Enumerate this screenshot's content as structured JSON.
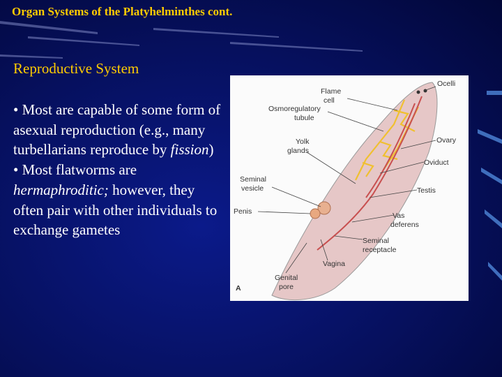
{
  "slide": {
    "title": "Organ Systems of the Platyhelminthes cont.",
    "subheading": "Reproductive System",
    "bullets": [
      {
        "text": "• Most are capable of some form of asexual reproduction (e.g., many turbellarians reproduce by ",
        "em": "fission",
        "tail": ")"
      },
      {
        "text": "• Most flatworms are ",
        "em": "hermaphroditic;",
        "tail": " however, they often pair with other individuals to exchange gametes"
      }
    ]
  },
  "figure": {
    "panel_letter": "A",
    "labels": {
      "ocelli": "Ocelli",
      "flame_cell_1": "Flame",
      "flame_cell_2": "cell",
      "osmo_1": "Osmoregulatory",
      "osmo_2": "tubule",
      "yolk_1": "Yolk",
      "yolk_2": "glands",
      "ovary": "Ovary",
      "oviduct": "Oviduct",
      "seminal_vesicle_1": "Seminal",
      "seminal_vesicle_2": "vesicle",
      "testis": "Testis",
      "penis": "Penis",
      "vas_1": "Vas",
      "vas_2": "deferens",
      "receptacle_1": "Seminal",
      "receptacle_2": "receptacle",
      "vagina": "Vagina",
      "genital_1": "Genital",
      "genital_2": "pore"
    },
    "colors": {
      "yellow_network": "#f0c030",
      "red_organs": "#c85050",
      "tan_body": "#e6c7c7"
    }
  }
}
